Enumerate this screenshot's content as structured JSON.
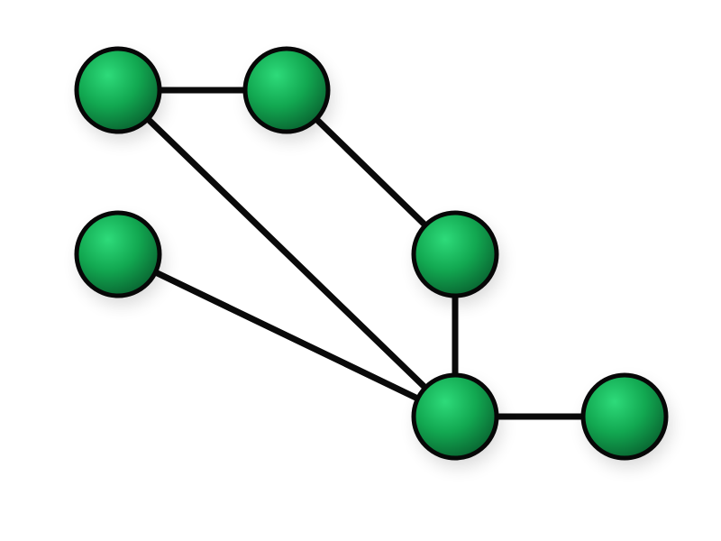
{
  "diagram": {
    "type": "network-graph",
    "colors": {
      "node_fill_light": "#2edb7a",
      "node_fill_mid": "#12a851",
      "node_fill_dark": "#0a6b34",
      "node_outline": "#070707",
      "edge": "#0a0a0a",
      "background": "#ffffff"
    },
    "nodes": [
      {
        "id": "n1"
      },
      {
        "id": "n2"
      },
      {
        "id": "n3"
      },
      {
        "id": "n4"
      },
      {
        "id": "n5"
      },
      {
        "id": "n6"
      }
    ],
    "edges": [
      {
        "from": "n1",
        "to": "n2"
      },
      {
        "from": "n1",
        "to": "n5"
      },
      {
        "from": "n2",
        "to": "n4"
      },
      {
        "from": "n3",
        "to": "n5"
      },
      {
        "from": "n4",
        "to": "n5"
      },
      {
        "from": "n5",
        "to": "n6"
      }
    ]
  }
}
